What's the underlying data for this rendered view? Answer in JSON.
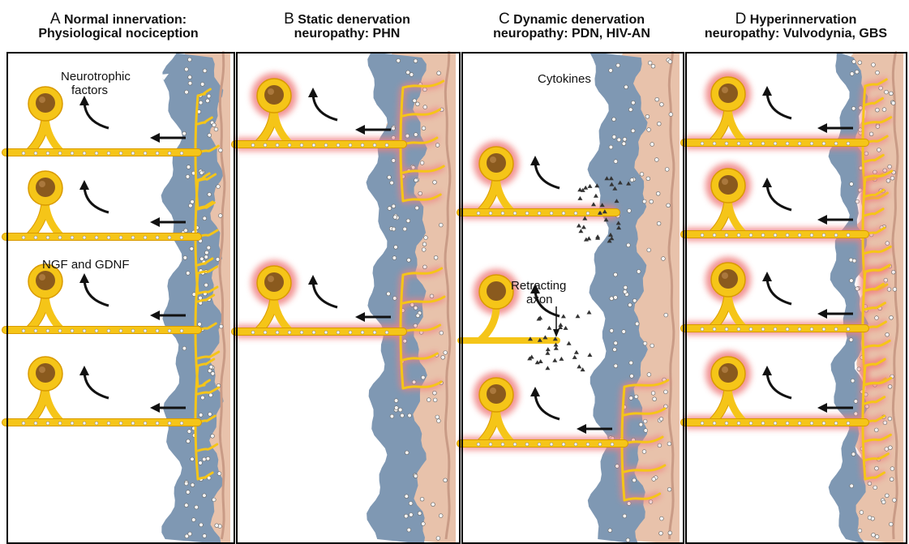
{
  "panels": [
    {
      "letter": "A",
      "title_line1": "Normal innervation:",
      "title_line2": "Physiological nociception",
      "annotations": [
        "Neurotrophic",
        "factors",
        "NGF and GDNF"
      ]
    },
    {
      "letter": "B",
      "title_line1": "Static denervation",
      "title_line2": "neuropathy: PHN",
      "annotations": []
    },
    {
      "letter": "C",
      "title_line1": "Dynamic denervation",
      "title_line2": "neuropathy: PDN, HIV-AN",
      "annotations": [
        "Cytokines",
        "Retracting",
        "axon"
      ]
    },
    {
      "letter": "D",
      "title_line1": "Hyperinnervation",
      "title_line2": "neuropathy: Vulvodynia, GBS",
      "annotations": []
    }
  ],
  "colors": {
    "neuron": "#f5c518",
    "neuron_outline": "#d99a00",
    "nucleus": "#8a5a1e",
    "dermis": "#7f98b3",
    "epidermis": "#e8c2ab",
    "glow": "#f08080",
    "arrow": "#111111"
  }
}
